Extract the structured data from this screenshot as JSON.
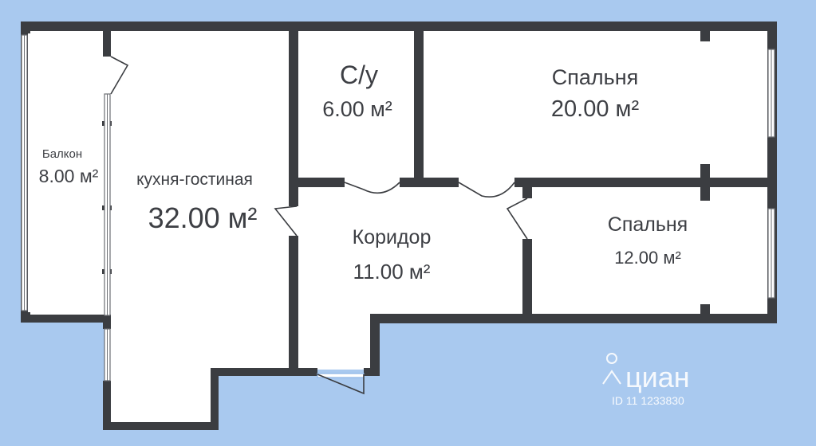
{
  "rooms": {
    "balcony": {
      "name": "Балкон",
      "area": "8.00 м²"
    },
    "kitchen": {
      "name": "кухня-гостиная",
      "area": "32.00 м²"
    },
    "bathroom": {
      "name": "С/у",
      "area": "6.00 м²"
    },
    "bedroom1": {
      "name": "Спальня",
      "area": "20.00 м²"
    },
    "bedroom2": {
      "name": "Спальня",
      "area": "12.00 м²"
    },
    "corridor": {
      "name": "Коридор",
      "area": "11.00 м²"
    }
  },
  "watermark": {
    "brand": "циан",
    "id": "ID 11 1233830"
  },
  "colors": {
    "background": "#a9c9ef",
    "wall": "#3b3d41",
    "floor": "#ffffff"
  }
}
